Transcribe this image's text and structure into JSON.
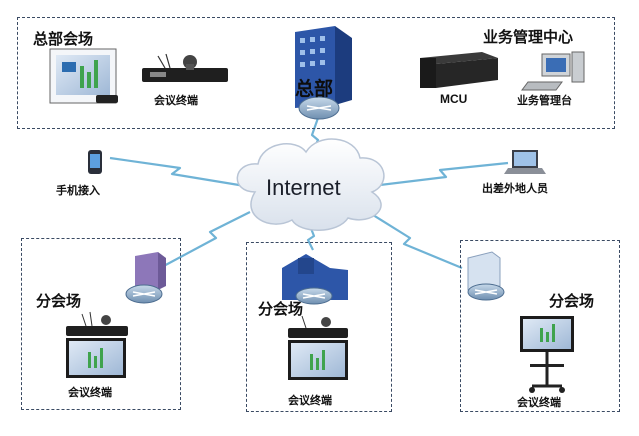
{
  "hq": {
    "title": "总部会场",
    "terminal_label": "会议终端",
    "building_label": "总部"
  },
  "ops_center": {
    "title": "业务管理中心",
    "mcu_label": "MCU",
    "console_label": "业务管理台"
  },
  "internet": {
    "label": "Internet"
  },
  "mobile": {
    "label": "手机接入"
  },
  "traveler": {
    "label": "出差外地人员"
  },
  "branches": [
    {
      "title": "分会场",
      "terminal_label": "会议终端"
    },
    {
      "title": "分会场",
      "terminal_label": "会议终端"
    },
    {
      "title": "分会场",
      "terminal_label": "会议终端"
    }
  ],
  "colors": {
    "zone_border": "#3a4a63",
    "link": "#6fb3d6",
    "cloud": "#eef2f7",
    "router": "#8aa8c4",
    "building_blue": "#2d56a8",
    "building_purple": "#8d77b9"
  }
}
